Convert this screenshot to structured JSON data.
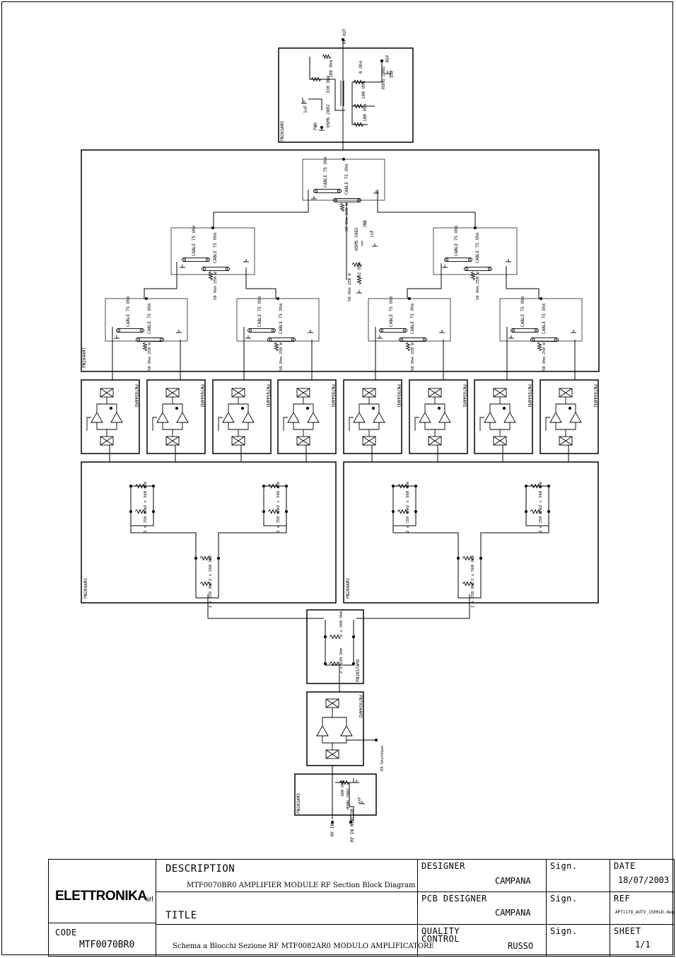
{
  "schematic": {
    "top_label": "RF OUT",
    "out_module": {
      "part": "PN203AM3",
      "labels": [
        "330 Ohm",
        "100 Ohm",
        "0 Ohm",
        "100 Ohm",
        "100 Ohm",
        "HSMS 2802",
        "HSMS 2802",
        "1nF",
        "1nF",
        "REF",
        "FWD"
      ]
    },
    "combiner_module": {
      "part": "PN204AM7",
      "cable_label": "CABLE 75 Ohm",
      "resistor_label": "50 Ohm 250 W",
      "det_labels": [
        "HSMS 2802",
        "1nF",
        "82 Ohm",
        "JNB",
        "50 Ohm 250 W"
      ]
    },
    "amp_part": "PN7954AM3",
    "splitter_left": {
      "part": "PN204AM3",
      "labels": [
        "2 x 150 Ohm",
        "2 x 560 Ohm",
        "2 x 220 Ohm",
        "2 x 560 Ohm"
      ]
    },
    "splitter_right": {
      "part": "PN204AM3",
      "labels": [
        "2 x 150 Ohm",
        "2 x 560 Ohm",
        "2 x 220 Ohm",
        "2 x 560 Ohm"
      ]
    },
    "center_splitter": {
      "part": "PN2057AM3",
      "labels": [
        "2 x 220 Ohm",
        "2 x 560 Ohm"
      ]
    },
    "driver_module": {
      "part": "PN7954AM3",
      "side_label": "PA  Shutdown"
    },
    "input_module": {
      "part": "PN203AM3",
      "labels": [
        "100 Ohm",
        "HSMS 2802",
        "1nF"
      ]
    },
    "bottom_labels": [
      "RF IN",
      "RF IN MONITOR"
    ]
  },
  "titleblock": {
    "logo": "ELETTRONIKA",
    "logo_suffix": "srl",
    "description_label": "DESCRIPTION",
    "description": "MTF0070BR0 AMPLIFIER MODULE RF Section Block Diagram",
    "title_label": "TITLE",
    "title": "Schema a Blocchi Sezione RF MTF0082AR0 MODULO AMPLIFICATORE",
    "code_label": "CODE",
    "code": "MTF0070BR0",
    "designer_label": "DESIGNER",
    "designer": "CAMPANA",
    "pcb_designer_label": "PCB DESIGNER",
    "pcb_designer": "CAMPANA",
    "quality_label_1": "QUALITY",
    "quality_label_2": "CONTROL",
    "quality": "RUSSO",
    "sign_label": "Sign.",
    "date_label": "DATE",
    "date": "18/07/2003",
    "ref_label": "REF",
    "ref": "APT1178_AUTV_1500LD.dwg",
    "sheet_label": "SHEET",
    "sheet": "1/1"
  }
}
